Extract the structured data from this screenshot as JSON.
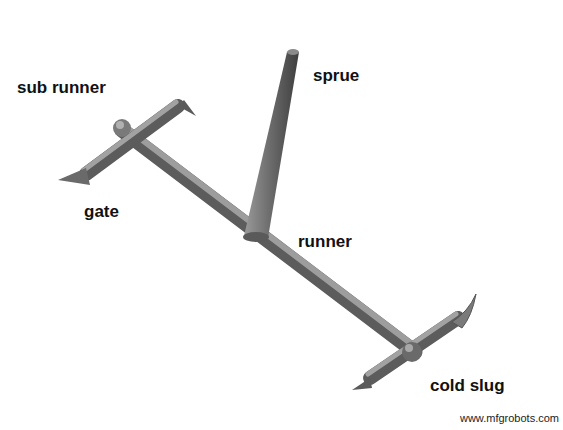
{
  "diagram": {
    "labels": [
      "sub runner",
      "sprue",
      "gate",
      "runner",
      "cold slug",
      "www.mfgrobots.com"
    ]
  }
}
